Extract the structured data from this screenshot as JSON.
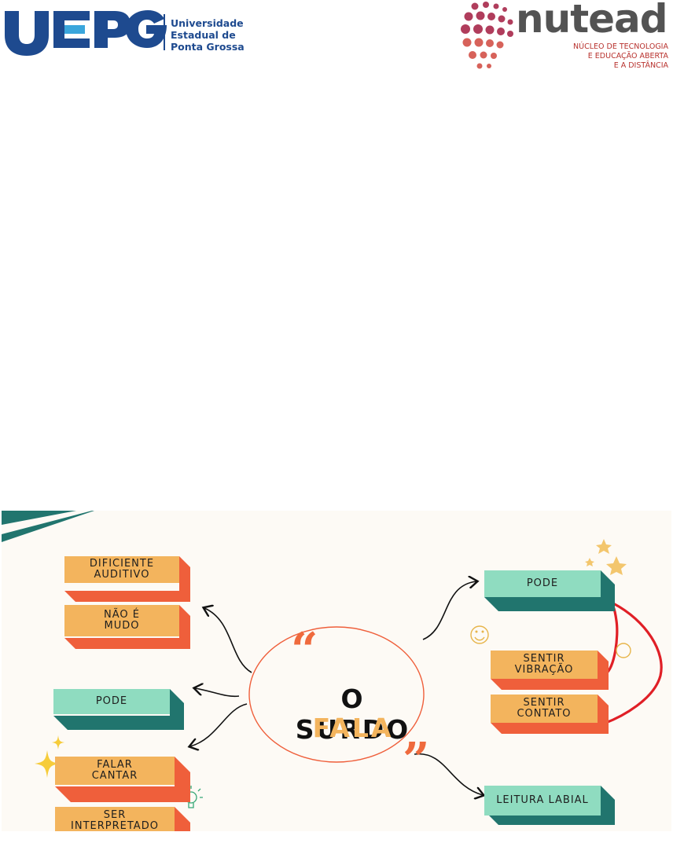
{
  "header": {
    "uepg": {
      "line1": "Universidade",
      "line2": "Estadual de",
      "line3": "Ponta Grossa",
      "logo_text": "UEPG"
    },
    "nutead": {
      "word": "nutead",
      "sub1": "NÚCLEO DE TECNOLOGIA",
      "sub2": "E EDUCAÇÃO ABERTA",
      "sub3": "E A DISTÂNCIA"
    }
  },
  "mindmap": {
    "title": "O SURDO",
    "subtitle": "FALA",
    "left_top": [
      {
        "line1": "DIFICIENTE",
        "line2": "AUDITIVO"
      },
      {
        "line1": "NÃO É",
        "line2": "MUDO"
      }
    ],
    "left_mid": {
      "line1": "PODE"
    },
    "left_bottom": [
      {
        "line1": "FALAR",
        "line2": "CANTAR"
      },
      {
        "line1": "SER",
        "line2": "INTERPRETADO"
      }
    ],
    "right_top": {
      "line1": "PODE"
    },
    "right_mid": [
      {
        "line1": "SENTIR",
        "line2": "VIBRAÇÃO"
      },
      {
        "line1": "SENTIR",
        "line2": "CONTATO"
      }
    ],
    "right_bottom": {
      "line1": "LEITURA LABIAL"
    }
  },
  "colors": {
    "orange_face": "#f3b45d",
    "orange_side": "#ef5f3b",
    "teal_face": "#8fdcc0",
    "teal_side": "#21756e",
    "uepg_blue": "#1e4a8f",
    "uepg_cyan": "#3aa6dc",
    "nutead_red": "#b8322e"
  }
}
